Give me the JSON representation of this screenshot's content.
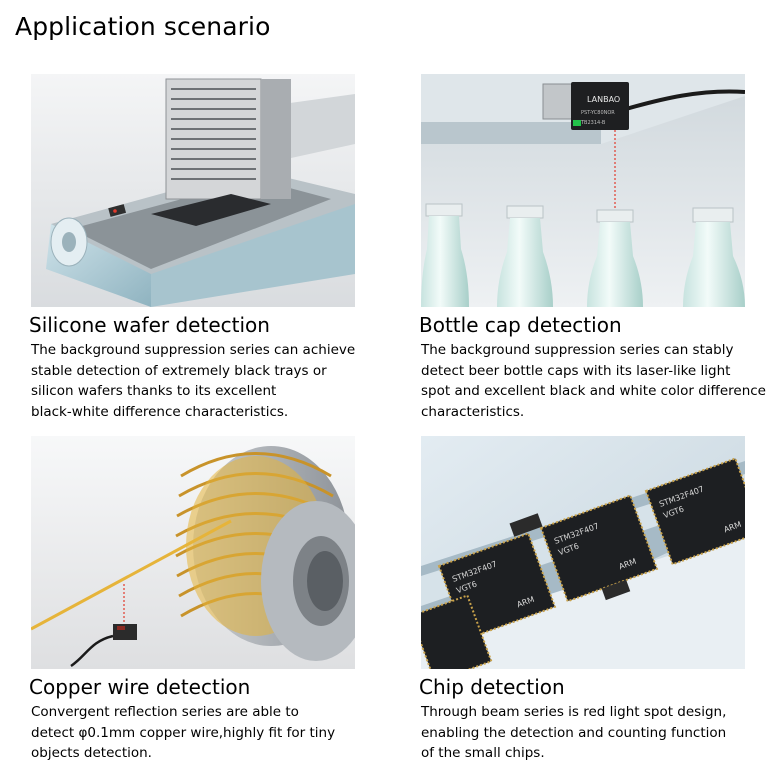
{
  "page": {
    "title": "Application scenario"
  },
  "cards": [
    {
      "title": "Silicone wafer detection",
      "text": "The background suppression series can achieve\nstable detection of extremely black trays or\nsilicon wafers thanks to its excellent\nblack-white difference characteristics."
    },
    {
      "title": "Bottle cap detection",
      "text": "The background suppression series can stably\ndetect beer bottle caps with its laser-like light\nspot and excellent black and white color difference\ncharacteristics.",
      "sensor_brand": "LANBAO",
      "sensor_model": "PST-YC80NOR",
      "sensor_code": "TB2314-B"
    },
    {
      "title": "Copper wire detection",
      "text": "Convergent reflection series are able to\ndetect φ0.1mm copper wire,highly fit for tiny\nobjects detection."
    },
    {
      "title": "Chip detection",
      "text": "Through beam series is red light spot design,\nenabling the detection and counting function\nof the small chips.",
      "chip_line1": "STM32F407",
      "chip_line2": "VGT6",
      "chip_line3": "ARM"
    }
  ],
  "colors": {
    "laser": "#e23a2c",
    "wire": "#e6b43a",
    "chip": "#1d1f22",
    "sky": "#dce3e8"
  }
}
